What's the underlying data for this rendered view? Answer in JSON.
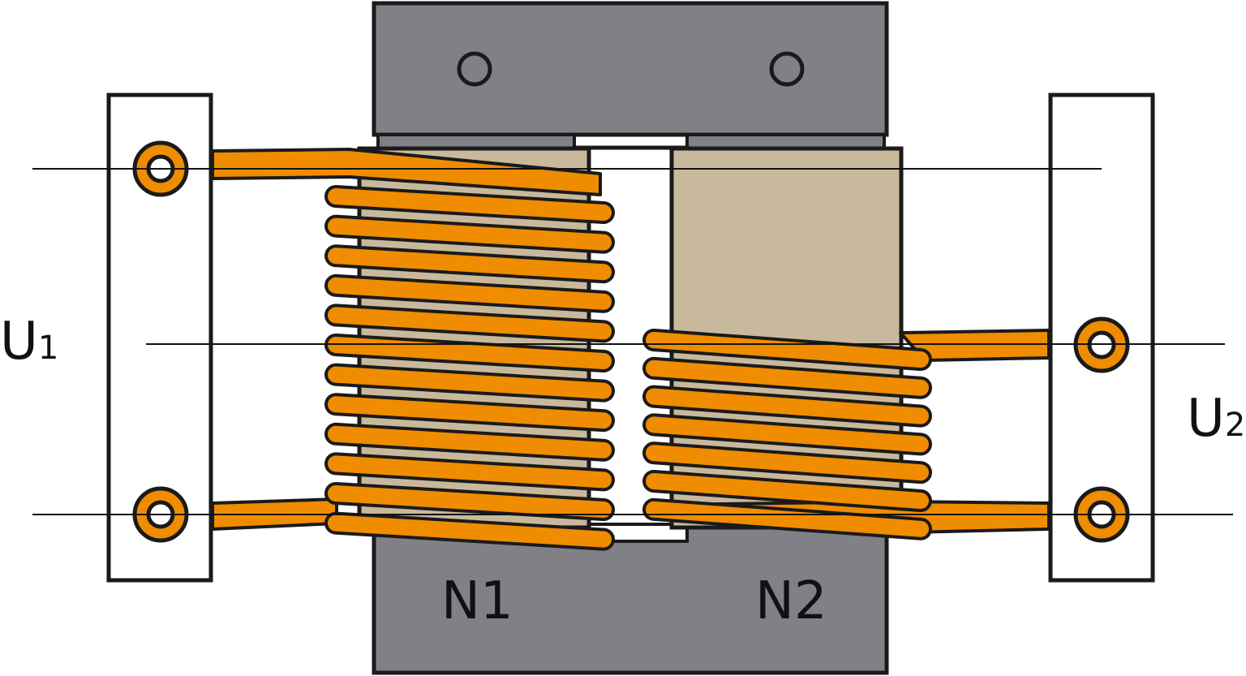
{
  "labels": {
    "u1_main": "U",
    "u1_sub": "1",
    "u2_main": "U",
    "u2_sub": "2",
    "n1": "N1",
    "n2": "N2"
  },
  "coils": {
    "primary_turns_drawn": 12,
    "secondary_turns_drawn": 7
  },
  "colors": {
    "core": "#818086",
    "bobbin": "#c9b99c",
    "wire": "#f08c00",
    "outline": "#1a1a1a",
    "terminal_board": "#ffffff"
  }
}
